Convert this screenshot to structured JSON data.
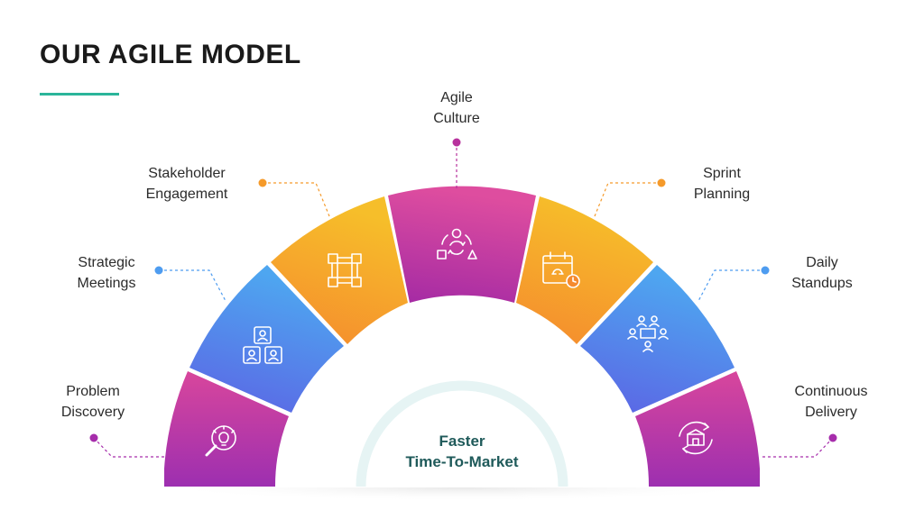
{
  "title": "OUR AGILE MODEL",
  "center": {
    "line1": "Faster",
    "line2": "Time-To-Market"
  },
  "stages": [
    {
      "line1": "Problem",
      "line2": "Discovery",
      "icon": "lightbulb-search-icon",
      "color": "#a62dab"
    },
    {
      "line1": "Strategic",
      "line2": "Meetings",
      "icon": "team-hierarchy-icon",
      "color": "#4e7cf0"
    },
    {
      "line1": "Stakeholder",
      "line2": "Engagement",
      "icon": "hands-collaboration-icon",
      "color": "#f59a2a"
    },
    {
      "line1": "Agile",
      "line2": "Culture",
      "icon": "shapes-cycle-icon",
      "color": "#b8319d"
    },
    {
      "line1": "Sprint",
      "line2": "Planning",
      "icon": "calendar-clock-icon",
      "color": "#f59a2a"
    },
    {
      "line1": "Daily",
      "line2": "Standups",
      "icon": "meeting-table-icon",
      "color": "#4e7cf0"
    },
    {
      "line1": "Continuous",
      "line2": "Delivery",
      "icon": "delivery-cycle-icon",
      "color": "#a62dab"
    }
  ],
  "colors": {
    "accent_line": "#2bb59a",
    "magenta": "#a62dab",
    "blue": "#4e7cf0",
    "orange": "#f59a2a",
    "center_text": "#1f5a5a"
  }
}
